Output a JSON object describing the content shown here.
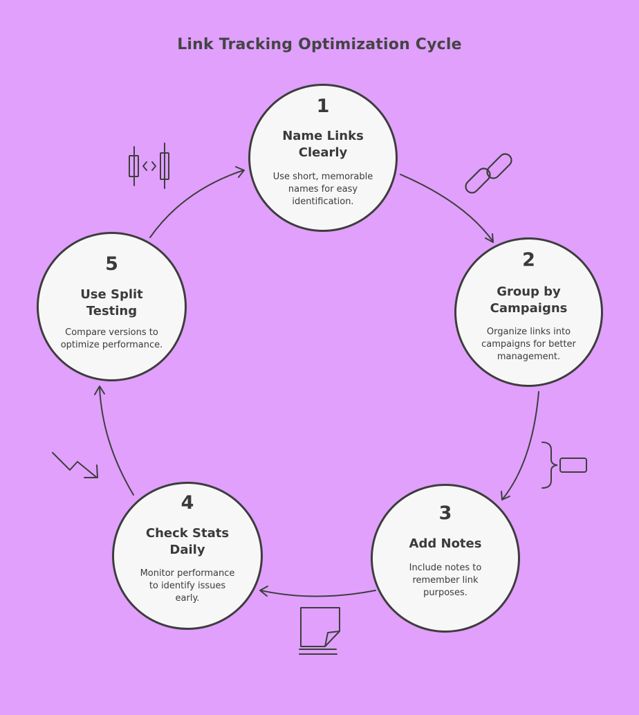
{
  "title": "Link Tracking Optimization Cycle",
  "steps": [
    {
      "num": "1",
      "head1": "Name Links",
      "head2": "Clearly",
      "desc1": "Use short, memorable",
      "desc2": "names for easy",
      "desc3": "identification.",
      "icon": "link-chain-icon"
    },
    {
      "num": "2",
      "head1": "Group by",
      "head2": "Campaigns",
      "desc1": "Organize links into",
      "desc2": "campaigns for better",
      "desc3": "management.",
      "icon": "brace-group-icon"
    },
    {
      "num": "3",
      "head1": "Add Notes",
      "desc1": "Include notes to",
      "desc2": "remember link",
      "desc3": "purposes.",
      "icon": "sticky-note-icon"
    },
    {
      "num": "4",
      "head1": "Check Stats",
      "head2": "Daily",
      "desc1": "Monitor performance",
      "desc2": "to identify issues",
      "desc3": "early.",
      "icon": "trend-down-arrow-icon"
    },
    {
      "num": "5",
      "head1": "Use Split",
      "head2": "Testing",
      "desc1": "Compare versions to",
      "desc2": "optimize performance.",
      "icon": "split-compare-icon"
    }
  ]
}
